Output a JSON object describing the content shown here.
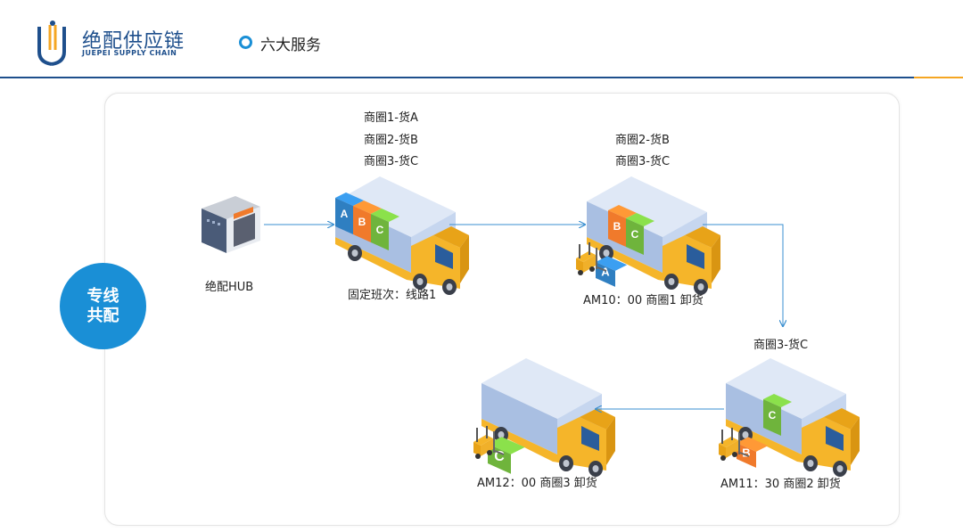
{
  "header": {
    "brand_cn": "绝配供应链",
    "brand_en": "JUEPEI SUPPLY CHAIN",
    "section_title": "六大服务"
  },
  "badge": {
    "line1": "专线",
    "line2": "共配"
  },
  "hub": {
    "label": "绝配HUB"
  },
  "truck1": {
    "cargo": [
      "商圈1-货A",
      "商圈2-货B",
      "商圈3-货C"
    ],
    "caption": "固定班次：线路1",
    "boxes": [
      "A",
      "B",
      "C"
    ]
  },
  "truck2": {
    "cargo": [
      "商圈2-货B",
      "商圈3-货C"
    ],
    "caption": "AM10：00 商圈1 卸货",
    "boxes": [
      "B",
      "C"
    ],
    "unloaded_box": "A"
  },
  "truck3": {
    "cargo": [
      "商圈3-货C"
    ],
    "caption": "AM11：30 商圈2 卸货",
    "boxes": [
      "C"
    ],
    "unloaded_box": "B"
  },
  "truck4": {
    "caption": "AM12：00 商圈3 卸货",
    "unloaded_box": "C"
  },
  "colors": {
    "brand_blue": "#1e4f8c",
    "accent_blue": "#1a8fd6",
    "truck_yellow": "#f5b52a",
    "box_a": "#2f7fc1",
    "box_b": "#f07a2b",
    "box_c": "#6fb43c"
  }
}
